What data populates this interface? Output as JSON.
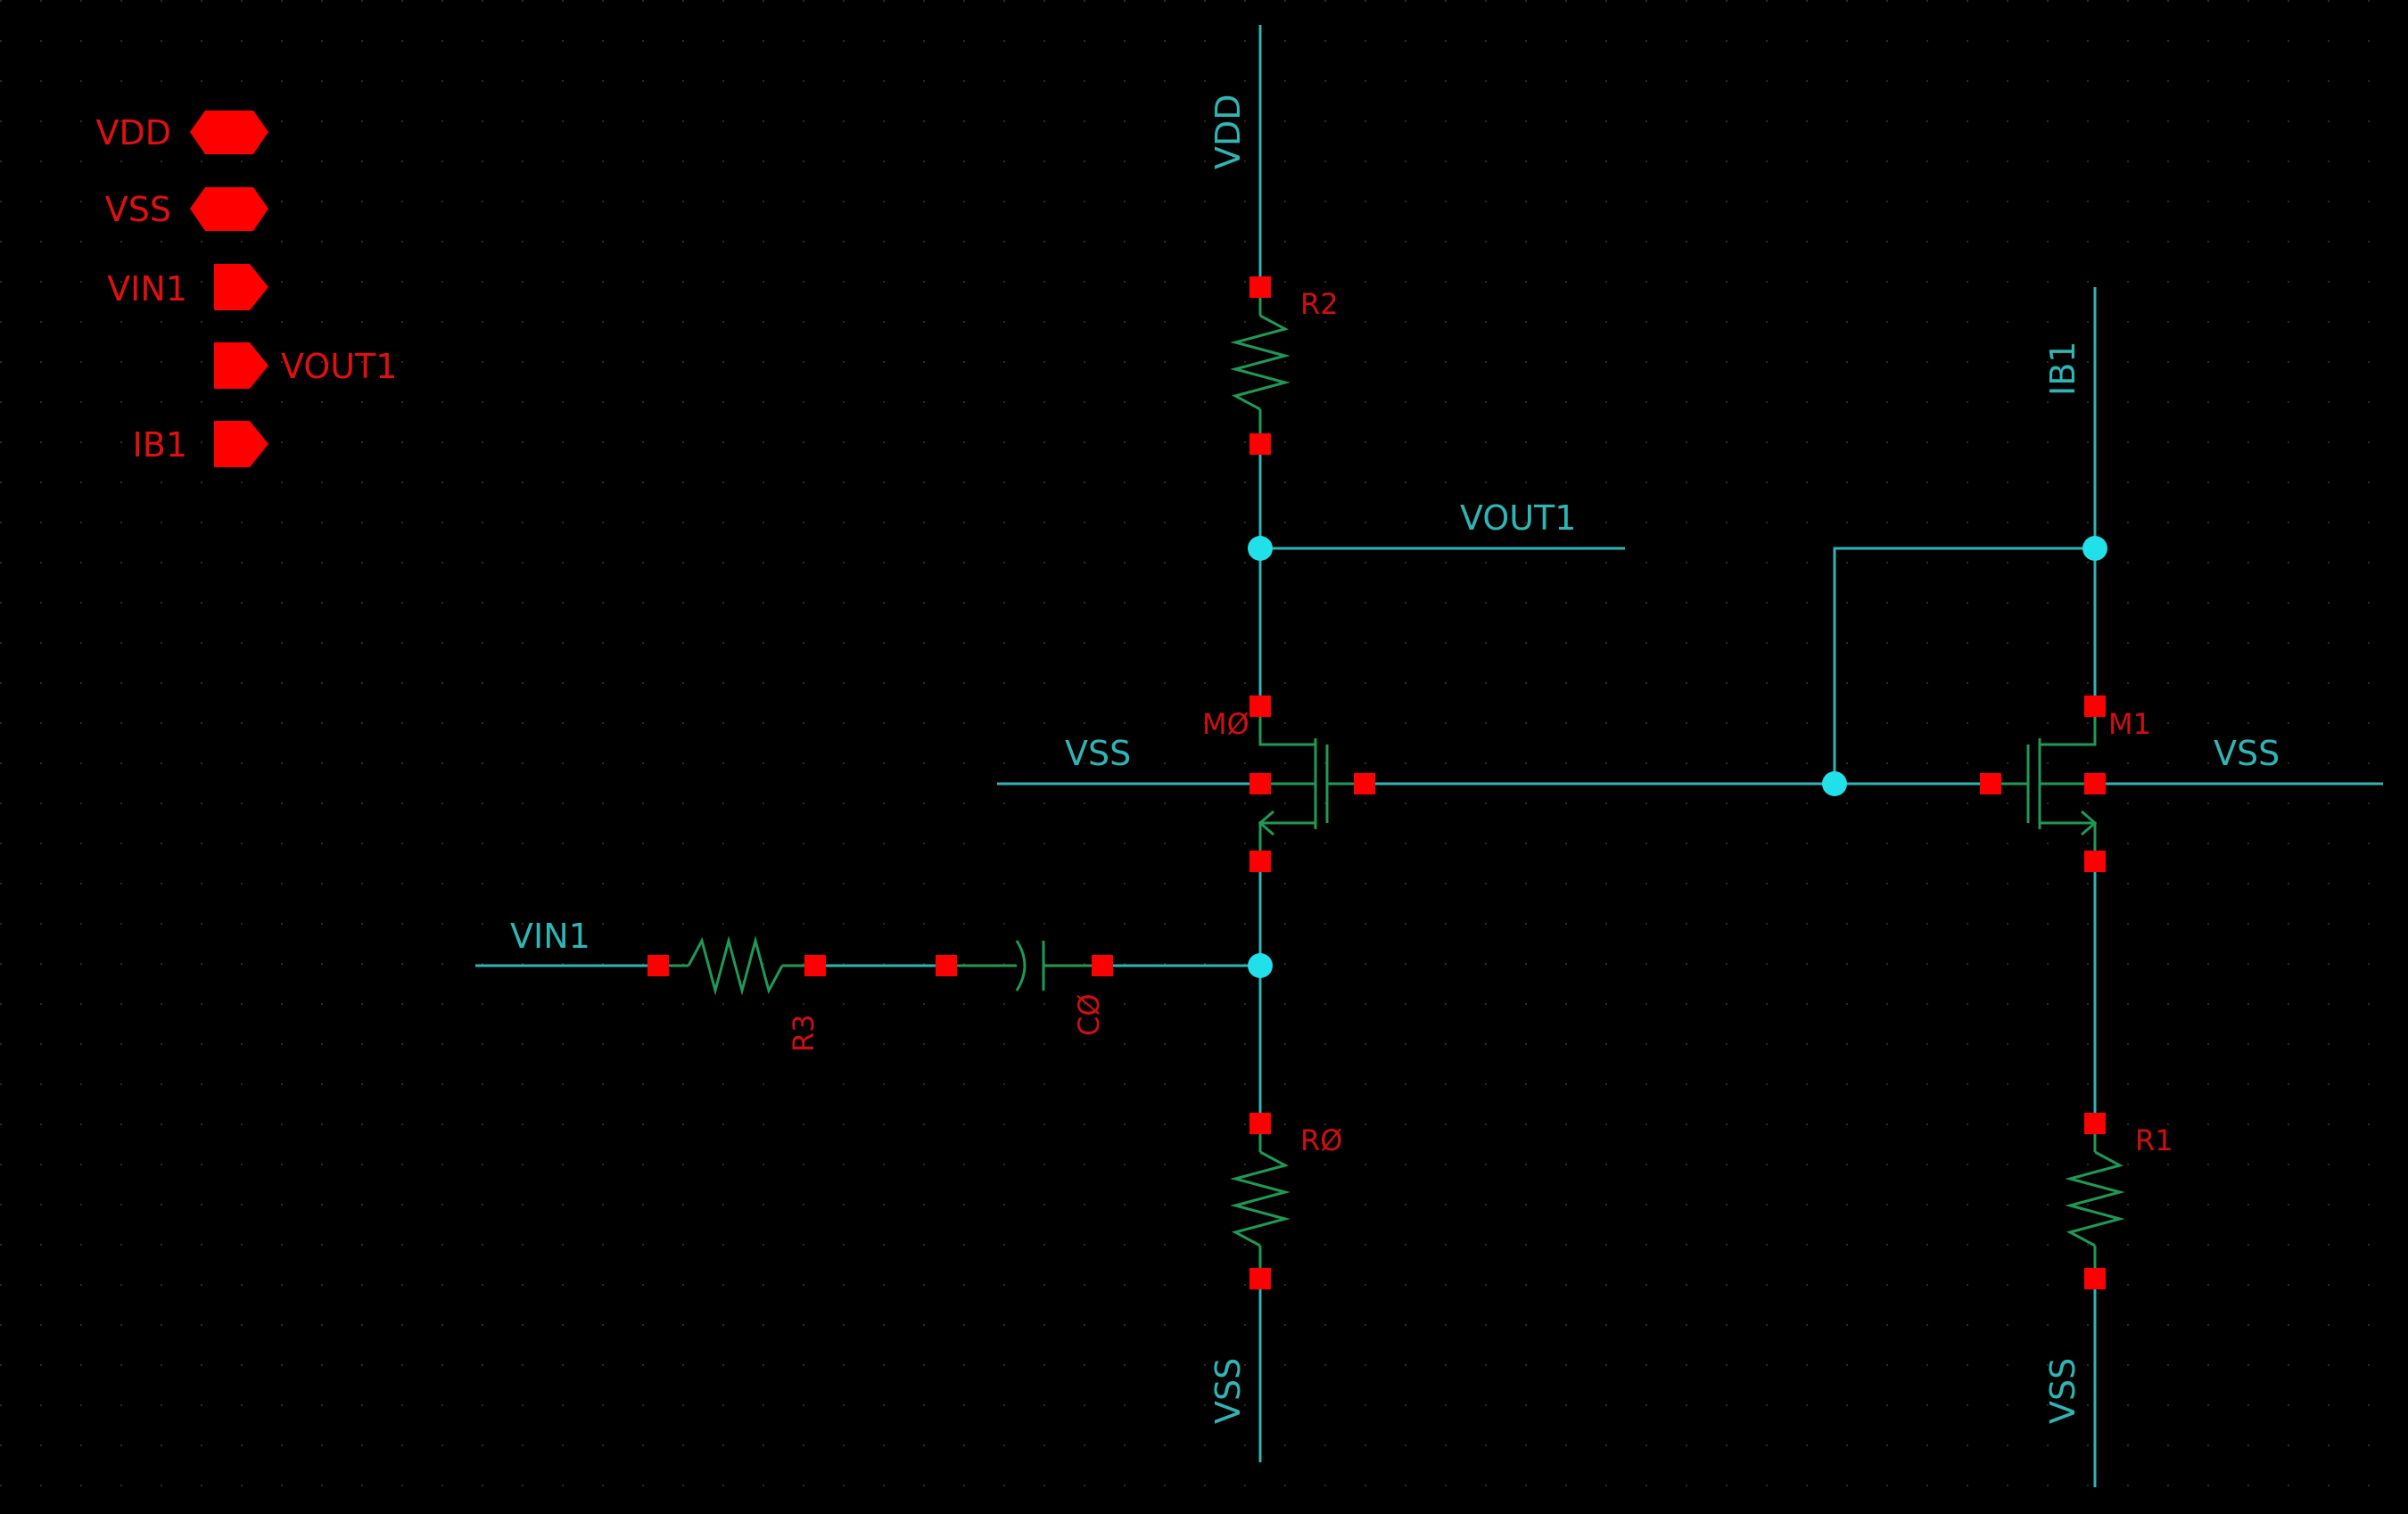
{
  "ports": {
    "vdd": "VDD",
    "vss": "VSS",
    "vin1": "VIN1",
    "vout1": "VOUT1",
    "ib1": "IB1"
  },
  "nets": {
    "vdd_top": "VDD",
    "vout1": "VOUT1",
    "vss_m0": "VSS",
    "vss_m1": "VSS",
    "ib1": "IB1",
    "vin1": "VIN1",
    "vss_r0": "VSS",
    "vss_r1": "VSS"
  },
  "devices": {
    "r2": "R2",
    "m0": "MØ",
    "m1": "M1",
    "r0": "RØ",
    "r1": "R1",
    "r3": "R3",
    "c0": "CØ"
  },
  "colors": {
    "background": "#000000",
    "wire": "#2fb5b5",
    "device": "#1f9a55",
    "pin": "#ff0000",
    "junction": "#22e0ea",
    "label": "#d01010"
  }
}
